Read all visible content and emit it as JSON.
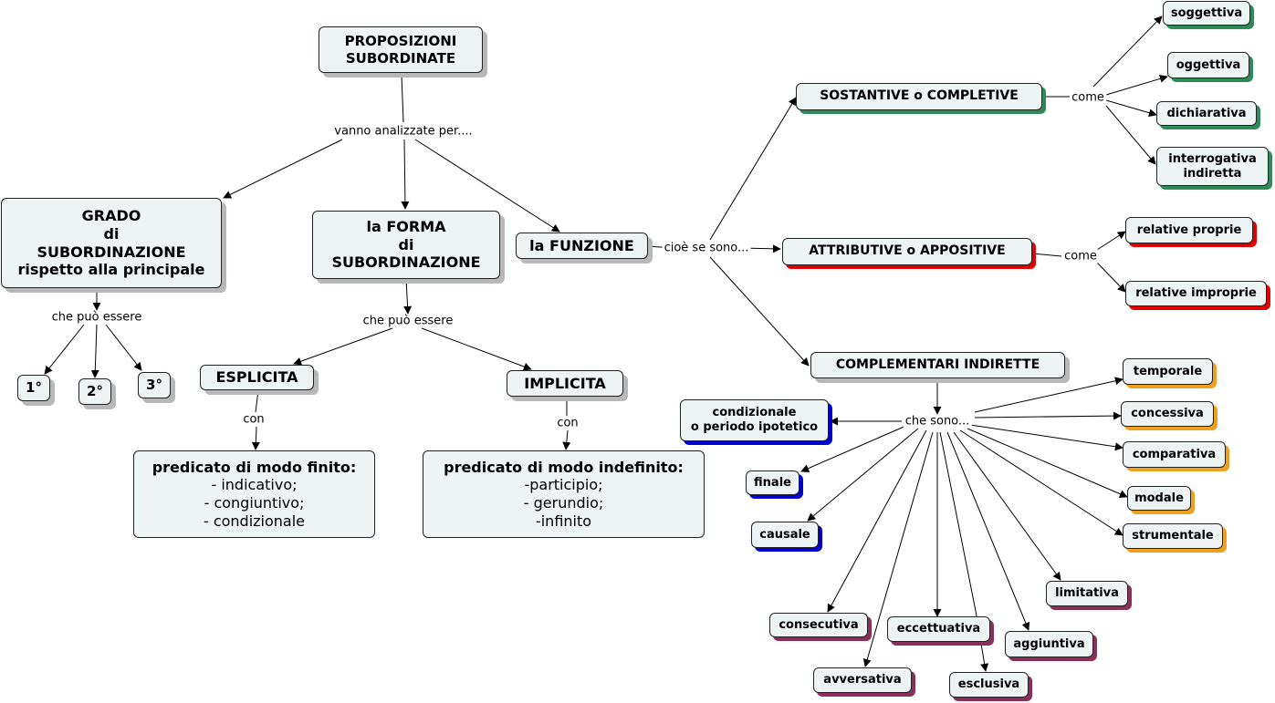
{
  "nodes": {
    "root": "PROPOSIZIONI\nSUBORDINATE",
    "grado": "GRADO\ndi\nSUBORDINAZIONE\nrispetto alla principale",
    "forma": "la FORMA\ndi\nSUBORDINAZIONE",
    "funzione": "la FUNZIONE",
    "g1": "1°",
    "g2": "2°",
    "g3": "3°",
    "esplicita": "ESPLICITA",
    "implicita": "IMPLICITA",
    "finito_title": "predicato di modo finito:",
    "finito_items": "- indicativo;\n- congiuntivo;\n- condizionale",
    "indef_title": "predicato di modo indefinito:",
    "indef_items": "-participio;\n- gerundio;\n-infinito",
    "sostantive": "SOSTANTIVE o COMPLETIVE",
    "attributive": "ATTRIBUTIVE o APPOSITIVE",
    "complementari": "COMPLEMENTARI INDIRETTE",
    "soggettiva": "soggettiva",
    "oggettiva": "oggettiva",
    "dichiarativa": "dichiarativa",
    "interrogativa": "interrogativa\nindiretta",
    "rel_proprie": "relative proprie",
    "rel_improprie": "relative improprie",
    "temporale": "temporale",
    "concessiva": "concessiva",
    "comparativa": "comparativa",
    "modale": "modale",
    "strumentale": "strumentale",
    "limitativa": "limitativa",
    "aggiuntiva": "aggiuntiva",
    "esclusiva": "esclusiva",
    "eccettuativa": "eccettuativa",
    "avversativa": "avversativa",
    "consecutiva": "consecutiva",
    "causale": "causale",
    "finale": "finale",
    "condizionale": "condizionale\no periodo ipotetico"
  },
  "labels": {
    "vanno": "vanno analizzate per....",
    "puo1": "che può essere",
    "puo2": "che può essere",
    "con1": "con",
    "con2": "con",
    "cioe": "cioè se sono...",
    "come1": "come",
    "come2": "come",
    "chesono": "che sono..."
  },
  "colors": {
    "node_fill": "#eef4f4",
    "shadow_gray": "#b8b8b8",
    "shadow_green": "#2e8b57",
    "shadow_red": "#e00000",
    "shadow_orange": "#f0a020",
    "shadow_blue": "#0000cc",
    "shadow_purple": "#8a2e5a"
  }
}
